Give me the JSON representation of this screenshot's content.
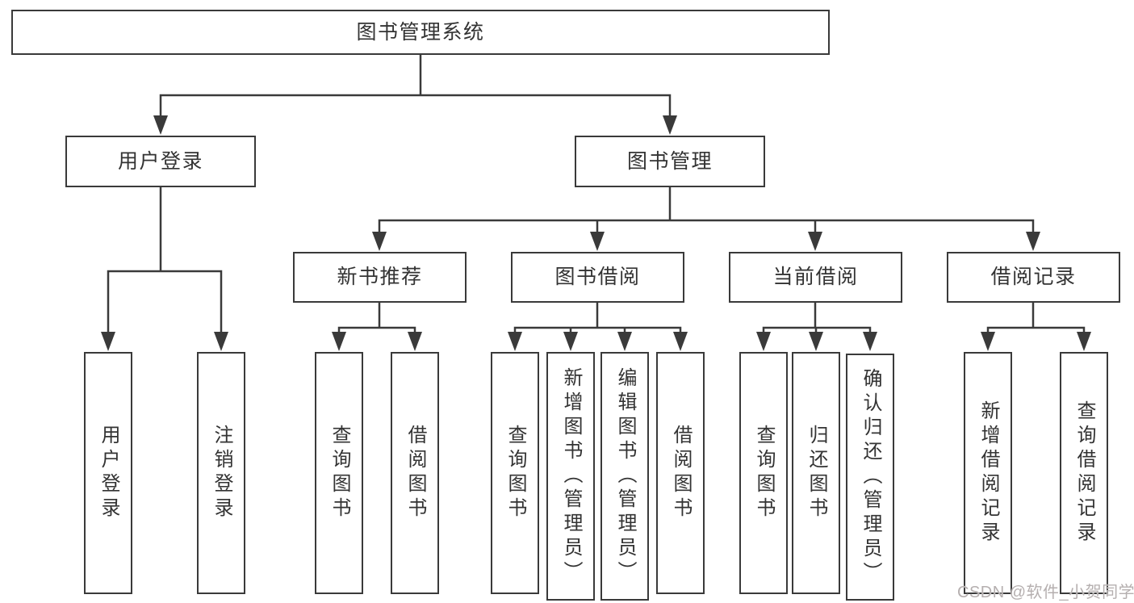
{
  "colors": {
    "line": "#3a3a3a",
    "text": "#333333",
    "background": "#ffffff",
    "watermark": "#b5afaf"
  },
  "watermark": {
    "text": "CSDN @软件_小贺同学"
  },
  "tree": {
    "root": {
      "label": "图书管理系统",
      "children": [
        {
          "label": "用户登录",
          "children": [
            {
              "label": "用户登录"
            },
            {
              "label": "注销登录"
            }
          ]
        },
        {
          "label": "图书管理",
          "children": [
            {
              "label": "新书推荐",
              "children": [
                {
                  "label": "查询图书"
                },
                {
                  "label": "借阅图书"
                }
              ]
            },
            {
              "label": "图书借阅",
              "children": [
                {
                  "label": "查询图书"
                },
                {
                  "label": "新增图书（管理员）"
                },
                {
                  "label": "编辑图书（管理员）"
                },
                {
                  "label": "借阅图书"
                }
              ]
            },
            {
              "label": "当前借阅",
              "children": [
                {
                  "label": "查询图书"
                },
                {
                  "label": "归还图书"
                },
                {
                  "label": "确认归还（管理员）"
                }
              ]
            },
            {
              "label": "借阅记录",
              "children": [
                {
                  "label": "新增借阅记录"
                },
                {
                  "label": "查询借阅记录"
                }
              ]
            }
          ]
        }
      ]
    }
  }
}
